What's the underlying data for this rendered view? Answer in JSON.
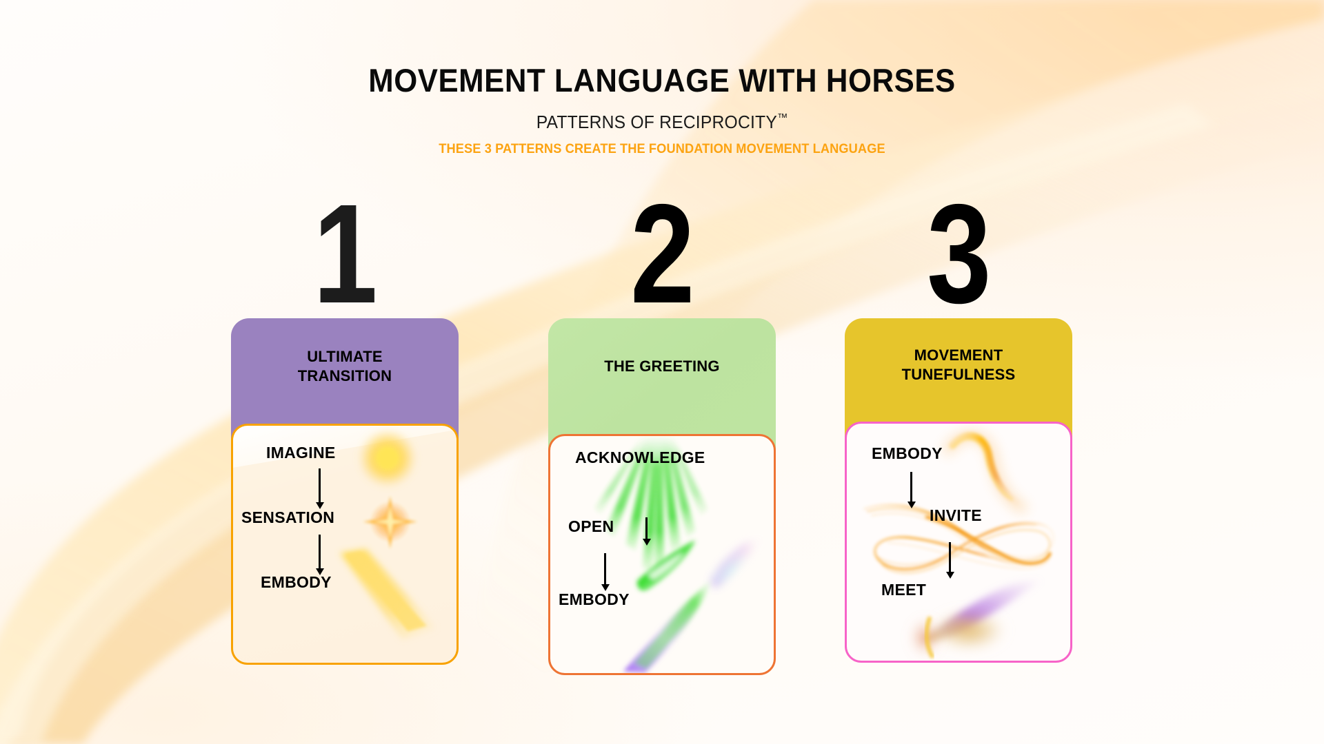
{
  "header": {
    "title": "MOVEMENT LANGUAGE WITH HORSES",
    "subtitle": "PATTERNS OF RECIPROCITY",
    "subtitle_tm": "™",
    "tagline": "THESE 3 PATTERNS CREATE THE FOUNDATION MOVEMENT LANGUAGE"
  },
  "colors": {
    "page_background": "#fffdfb",
    "swoosh_outer": "#ffe9b8",
    "swoosh_inner": "#fbd9a3",
    "tagline_orange": "#fca311",
    "card1_header": "#9a82bf",
    "card1_border": "#f8a200",
    "card2_header": "#bde3a0",
    "card2_border": "#ee7434",
    "card3_header": "#e6c52c",
    "card3_border": "#f763c8",
    "number_black": "#000000"
  },
  "columns": [
    {
      "number": "1",
      "title": "ULTIMATE TRANSITION",
      "title_lines": [
        "ULTIMATE",
        "TRANSITION"
      ],
      "header_color": "#9a82bf",
      "border_color": "#f8a200",
      "steps": [
        "IMAGINE",
        "SENSATION",
        "EMBODY"
      ],
      "artwork": "sun-star-ray-graphic"
    },
    {
      "number": "2",
      "title": "THE GREETING",
      "title_lines": [
        "THE GREETING"
      ],
      "header_color": "#bde3a0",
      "border_color": "#ee7434",
      "steps": [
        "ACKNOWLEDGE",
        "OPEN",
        "EMBODY"
      ],
      "artwork": "green-burst-graphic"
    },
    {
      "number": "3",
      "title": "MOVEMENT TUNEFULNESS",
      "title_lines": [
        "MOVEMENT",
        "TUNEFULNESS"
      ],
      "header_color": "#e6c52c",
      "border_color": "#f763c8",
      "steps": [
        "EMBODY",
        "INVITE",
        "MEET"
      ],
      "artwork": "orange-swirl-graphic"
    }
  ]
}
